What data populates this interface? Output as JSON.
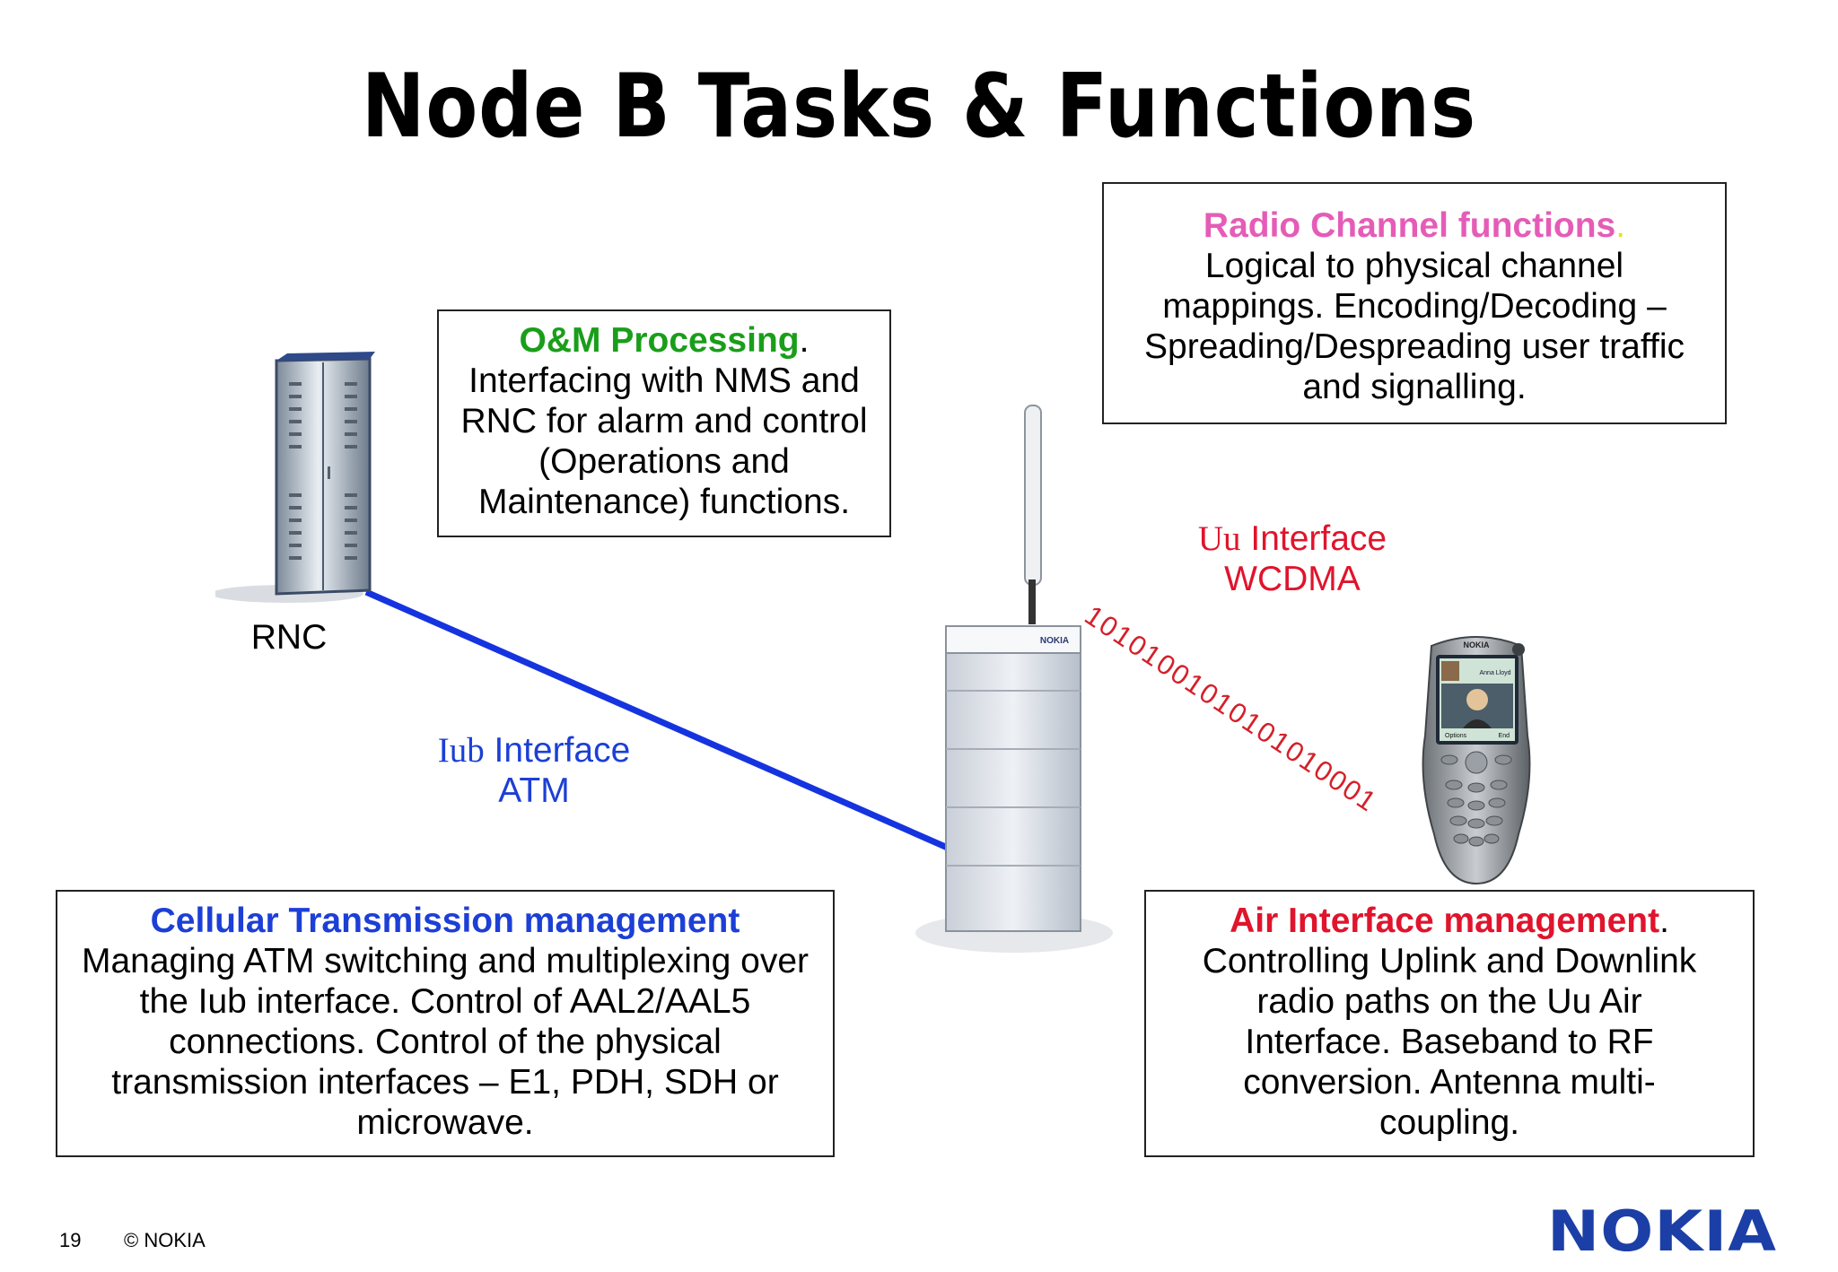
{
  "title": "Node B Tasks & Functions",
  "colors": {
    "om_green": "#1a9e1a",
    "radio_pink": "#e55cb7",
    "cellular_blue": "#1c3fd6",
    "air_red": "#e0142c",
    "link_blue": "#1534e0",
    "nokia_blue": "#1b3fa6",
    "binary_red": "#d4202a"
  },
  "om": {
    "heading": "O&M Processing",
    "punct": ".",
    "body": "Interfacing with NMS and RNC for alarm and control (Operations and Maintenance) functions."
  },
  "radio": {
    "heading": "Radio Channel functions",
    "punct": ".",
    "body": "Logical to physical channel mappings. Encoding/Decoding – Spreading/Despreading user traffic and signalling."
  },
  "cellular": {
    "heading": "Cellular Transmission management",
    "body": "Managing ATM switching and multiplexing over the Iub interface. Control of AAL2/AAL5 connections. Control of the physical transmission interfaces – E1, PDH, SDH or microwave."
  },
  "air": {
    "heading": "Air Interface management",
    "punct": ".",
    "body": "Controlling Uplink and Downlink radio paths on the Uu Air Interface. Baseband to RF conversion. Antenna multi-coupling."
  },
  "rnc_label": "RNC",
  "iub": {
    "prefix": "Iub",
    "suffix": " Interface",
    "line2": "ATM"
  },
  "uu": {
    "prefix": "Uu",
    "suffix": " Interface",
    "line2": "WCDMA"
  },
  "binary_stream": "10101001010101010001",
  "node_brand": "NOKIA",
  "phone": {
    "brand": "NOKIA",
    "caller": "Anna Lloyd",
    "softkey_left": "Options",
    "softkey_right": "End"
  },
  "footer": {
    "page": "19",
    "copyright": "© NOKIA"
  },
  "logo_text": "NOKIA"
}
